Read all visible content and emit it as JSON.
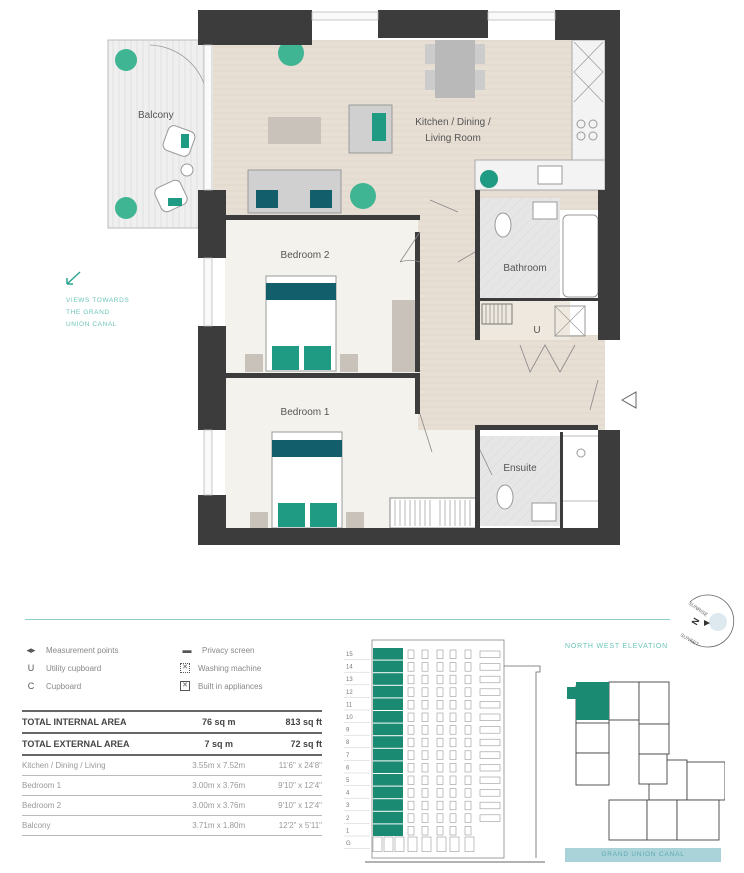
{
  "rooms": {
    "kitchen_line1": "Kitchen / Dining /",
    "kitchen_line2": "Living Room",
    "balcony": "Balcony",
    "bedroom2": "Bedroom 2",
    "bedroom1": "Bedroom 1",
    "bathroom": "Bathroom",
    "utility": "U",
    "ensuite": "Ensuite"
  },
  "views_note": [
    "VIEWS TOWARDS",
    "THE GRAND",
    "UNION CANAL"
  ],
  "legend": [
    {
      "symbol": "◂▸",
      "label": "Measurement points"
    },
    {
      "symbol": "U",
      "label": "Utility cupboard"
    },
    {
      "symbol": "C",
      "label": "Cupboard"
    },
    {
      "symbol": "▬",
      "label": "Privacy screen"
    },
    {
      "symbol": "washing-machine-icon",
      "label": "Washing machine"
    },
    {
      "symbol": "built-in-appliance-icon",
      "label": "Built in appliances"
    }
  ],
  "areas": {
    "totals": [
      {
        "label": "TOTAL INTERNAL AREA",
        "metric": "76 sq m",
        "imperial": "813 sq ft"
      },
      {
        "label": "TOTAL EXTERNAL AREA",
        "metric": "7 sq m",
        "imperial": "72 sq ft"
      }
    ],
    "rooms": [
      {
        "label": "Kitchen / Dining / Living",
        "metric": "3.55m x 7.52m",
        "imperial": "11'6\" x 24'8\""
      },
      {
        "label": "Bedroom 1",
        "metric": "3.00m x 3.76m",
        "imperial": "9'10\" x 12'4\""
      },
      {
        "label": "Bedroom 2",
        "metric": "3.00m x 3.76m",
        "imperial": "9'10\" x 12'4\""
      },
      {
        "label": "Balcony",
        "metric": "3.71m x 1.80m",
        "imperial": "12'2\" x 5'11\""
      }
    ]
  },
  "elevation": {
    "floors": [
      "15",
      "14",
      "13",
      "12",
      "11",
      "10",
      "9",
      "8",
      "7",
      "6",
      "5",
      "4",
      "3",
      "2",
      "1",
      "G"
    ],
    "highlight_color": "#1a8a72"
  },
  "keyplan": {
    "title": "NORTH WEST ELEVATION",
    "banner": "GRAND UNION CANAL"
  },
  "compass": {
    "north": "N",
    "sunrise": "SUNRISE",
    "sunset": "SUNSET"
  },
  "colors": {
    "teal": "#1f9a83",
    "dark_teal": "#135e6b",
    "wall": "#3c3c3c",
    "wood_floor": "#e7ded4",
    "accent_line": "#8fd0cf"
  }
}
